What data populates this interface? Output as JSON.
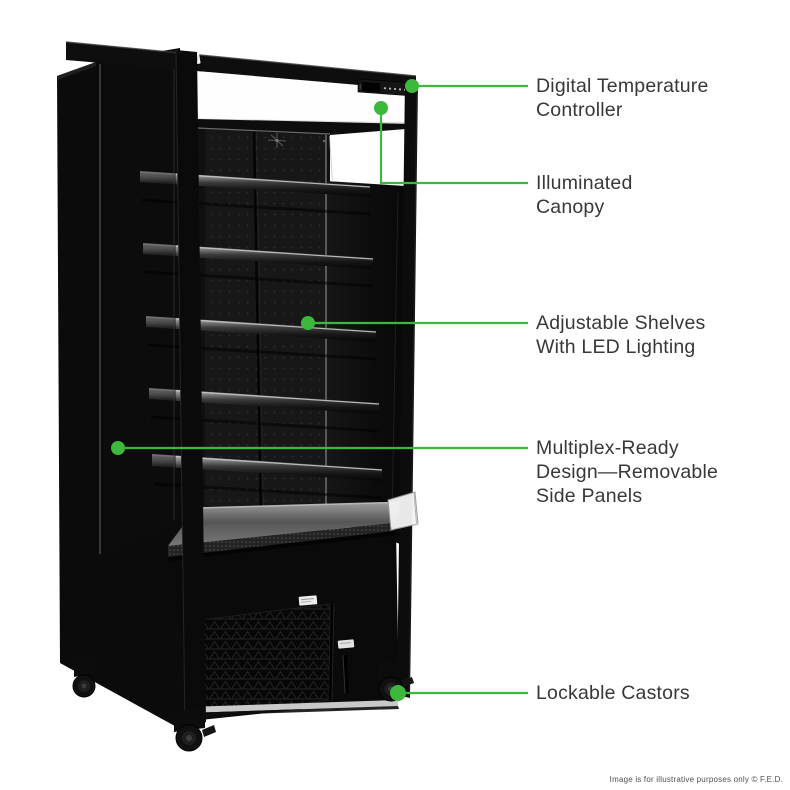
{
  "theme": {
    "accent": "#3CB93C",
    "text": "#383838",
    "muted": "#4F4F4F",
    "bg": "#FFFFFF",
    "product_black": "#0B0B0B"
  },
  "callouts": [
    {
      "id": "digital-temperature-controller",
      "lines": [
        "Digital Temperature",
        "Controller"
      ]
    },
    {
      "id": "illuminated-canopy",
      "lines": [
        "Illuminated",
        "Canopy"
      ]
    },
    {
      "id": "adjustable-shelves",
      "lines": [
        "Adjustable Shelves",
        "With LED Lighting"
      ]
    },
    {
      "id": "multiplex-ready",
      "lines": [
        "Multiplex-Ready",
        "Design—Removable",
        "Side Panels"
      ]
    },
    {
      "id": "lockable-castors",
      "lines": [
        "Lockable Castors"
      ]
    }
  ],
  "footer": {
    "disclaimer": "Image is for illustrative purposes only © F.E.D."
  }
}
